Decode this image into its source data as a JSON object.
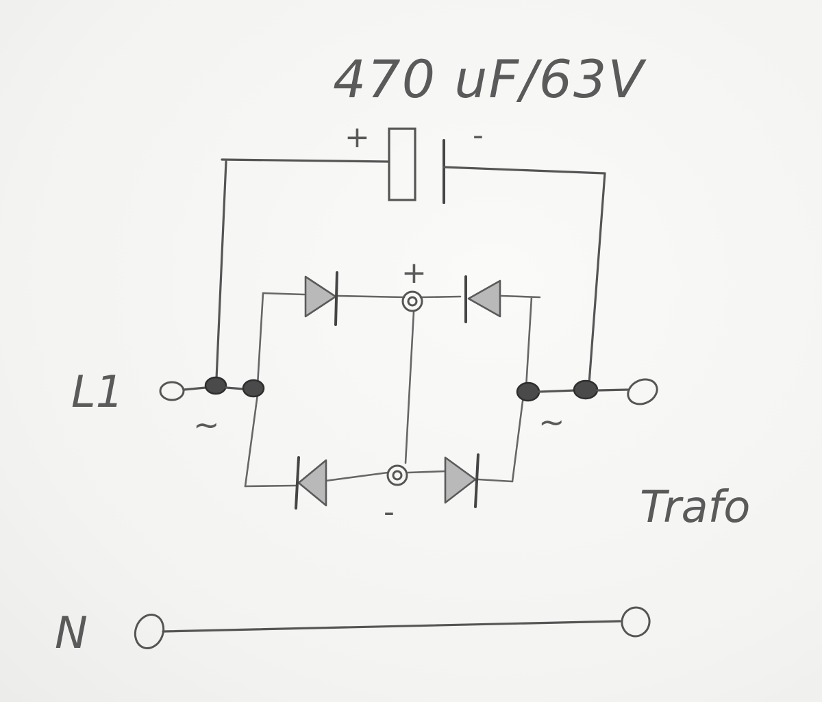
{
  "capacitor": {
    "value_label": "470 uF/63V",
    "plus_label": "+",
    "minus_label": "-"
  },
  "bridge": {
    "plus_label": "+",
    "minus_label": "-",
    "ac_left_label": "~",
    "ac_right_label": "~"
  },
  "terminals": {
    "line_label": "L1",
    "neutral_label": "N",
    "transformer_label": "Trafo"
  }
}
